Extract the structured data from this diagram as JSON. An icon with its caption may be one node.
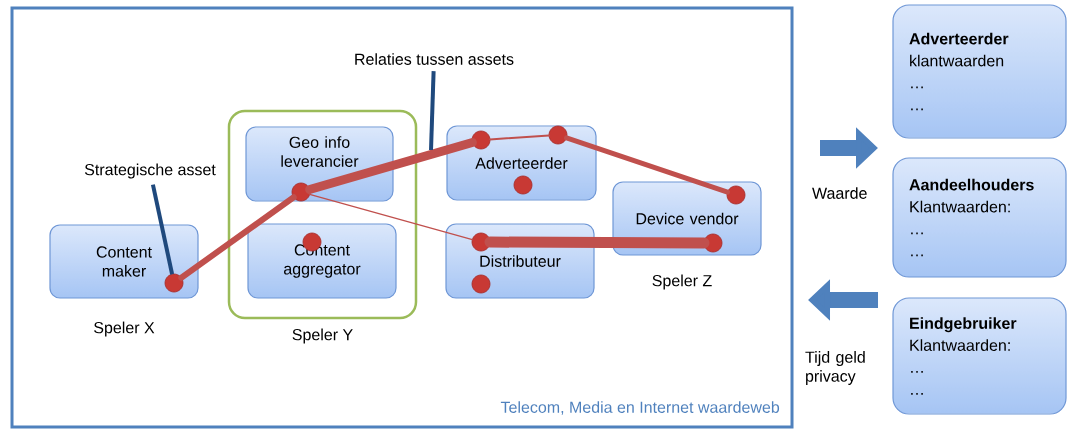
{
  "diagram": {
    "nodes": [
      {
        "text": [
          "Telecom, Media en Internet waardeweb"
        ]
      },
      {
        "text": [
          "Content maker"
        ],
        "in": 0,
        "beside": [
          "Speler X"
        ]
      },
      {
        "text": [
          "Speler Y"
        ],
        "in": 0
      },
      {
        "text": [
          "Geo info leverancier"
        ],
        "in": 2
      },
      {
        "text": [
          "Content aggregator"
        ],
        "in": 2
      },
      {
        "text": [
          "Adverteerder"
        ],
        "in": 0
      },
      {
        "text": [
          "Distributeur"
        ],
        "in": 0
      },
      {
        "text": [
          "Device vendor"
        ],
        "in": 0,
        "beside": [
          "Speler Z"
        ]
      },
      {
        "text": [
          "Strategische asset"
        ],
        "in": 0
      },
      {
        "text": [
          "Relaties tussen assets"
        ],
        "in": 0
      },
      {
        "text": [],
        "shape": "circle",
        "in": 1
      },
      {
        "text": [],
        "shape": "circle",
        "in": 3
      },
      {
        "text": [],
        "shape": "circle",
        "in": 4
      },
      {
        "text": [],
        "shape": "circle",
        "in": 5
      },
      {
        "text": [],
        "shape": "circle",
        "in": 5
      },
      {
        "text": [],
        "shape": "circle",
        "in": 5
      },
      {
        "text": [],
        "shape": "circle",
        "in": 6
      },
      {
        "text": [],
        "shape": "circle",
        "in": 6
      },
      {
        "text": [],
        "shape": "circle",
        "in": 7
      },
      {
        "text": [],
        "shape": "circle",
        "in": 7
      },
      {
        "text": [
          "Adverteerder",
          "klantwaarden",
          "…",
          "…"
        ]
      },
      {
        "text": [
          "Aandeelhouders",
          "Klantwaarden:",
          "…",
          "…"
        ]
      },
      {
        "text": [
          "Eindgebruiker",
          "Klantwaarden:",
          "…",
          "…"
        ]
      }
    ],
    "edges": [
      {
        "from": 10,
        "to": 11,
        "arrow": "none"
      },
      {
        "from": 11,
        "to": 13,
        "arrow": "none",
        "style": "thick"
      },
      {
        "from": 11,
        "to": 16,
        "arrow": "none"
      },
      {
        "from": 13,
        "to": 14,
        "arrow": "none"
      },
      {
        "from": 14,
        "to": 18,
        "arrow": "none"
      },
      {
        "from": 16,
        "to": 19,
        "arrow": "none",
        "style": "thick"
      },
      {
        "from": 8,
        "to": 10,
        "arrow": "none",
        "color": "#1f497d"
      },
      {
        "from": 9,
        "to": null,
        "arrow": "none",
        "color": "#1f497d"
      },
      {
        "from": 0,
        "to": 21,
        "arrow": "to",
        "label": "Waarde",
        "style": "thick",
        "color": "#4f81bd"
      },
      {
        "from": 22,
        "to": 0,
        "arrow": "to",
        "label": "Tijd geld privacy",
        "style": "thick",
        "color": "#4f81bd"
      }
    ]
  }
}
